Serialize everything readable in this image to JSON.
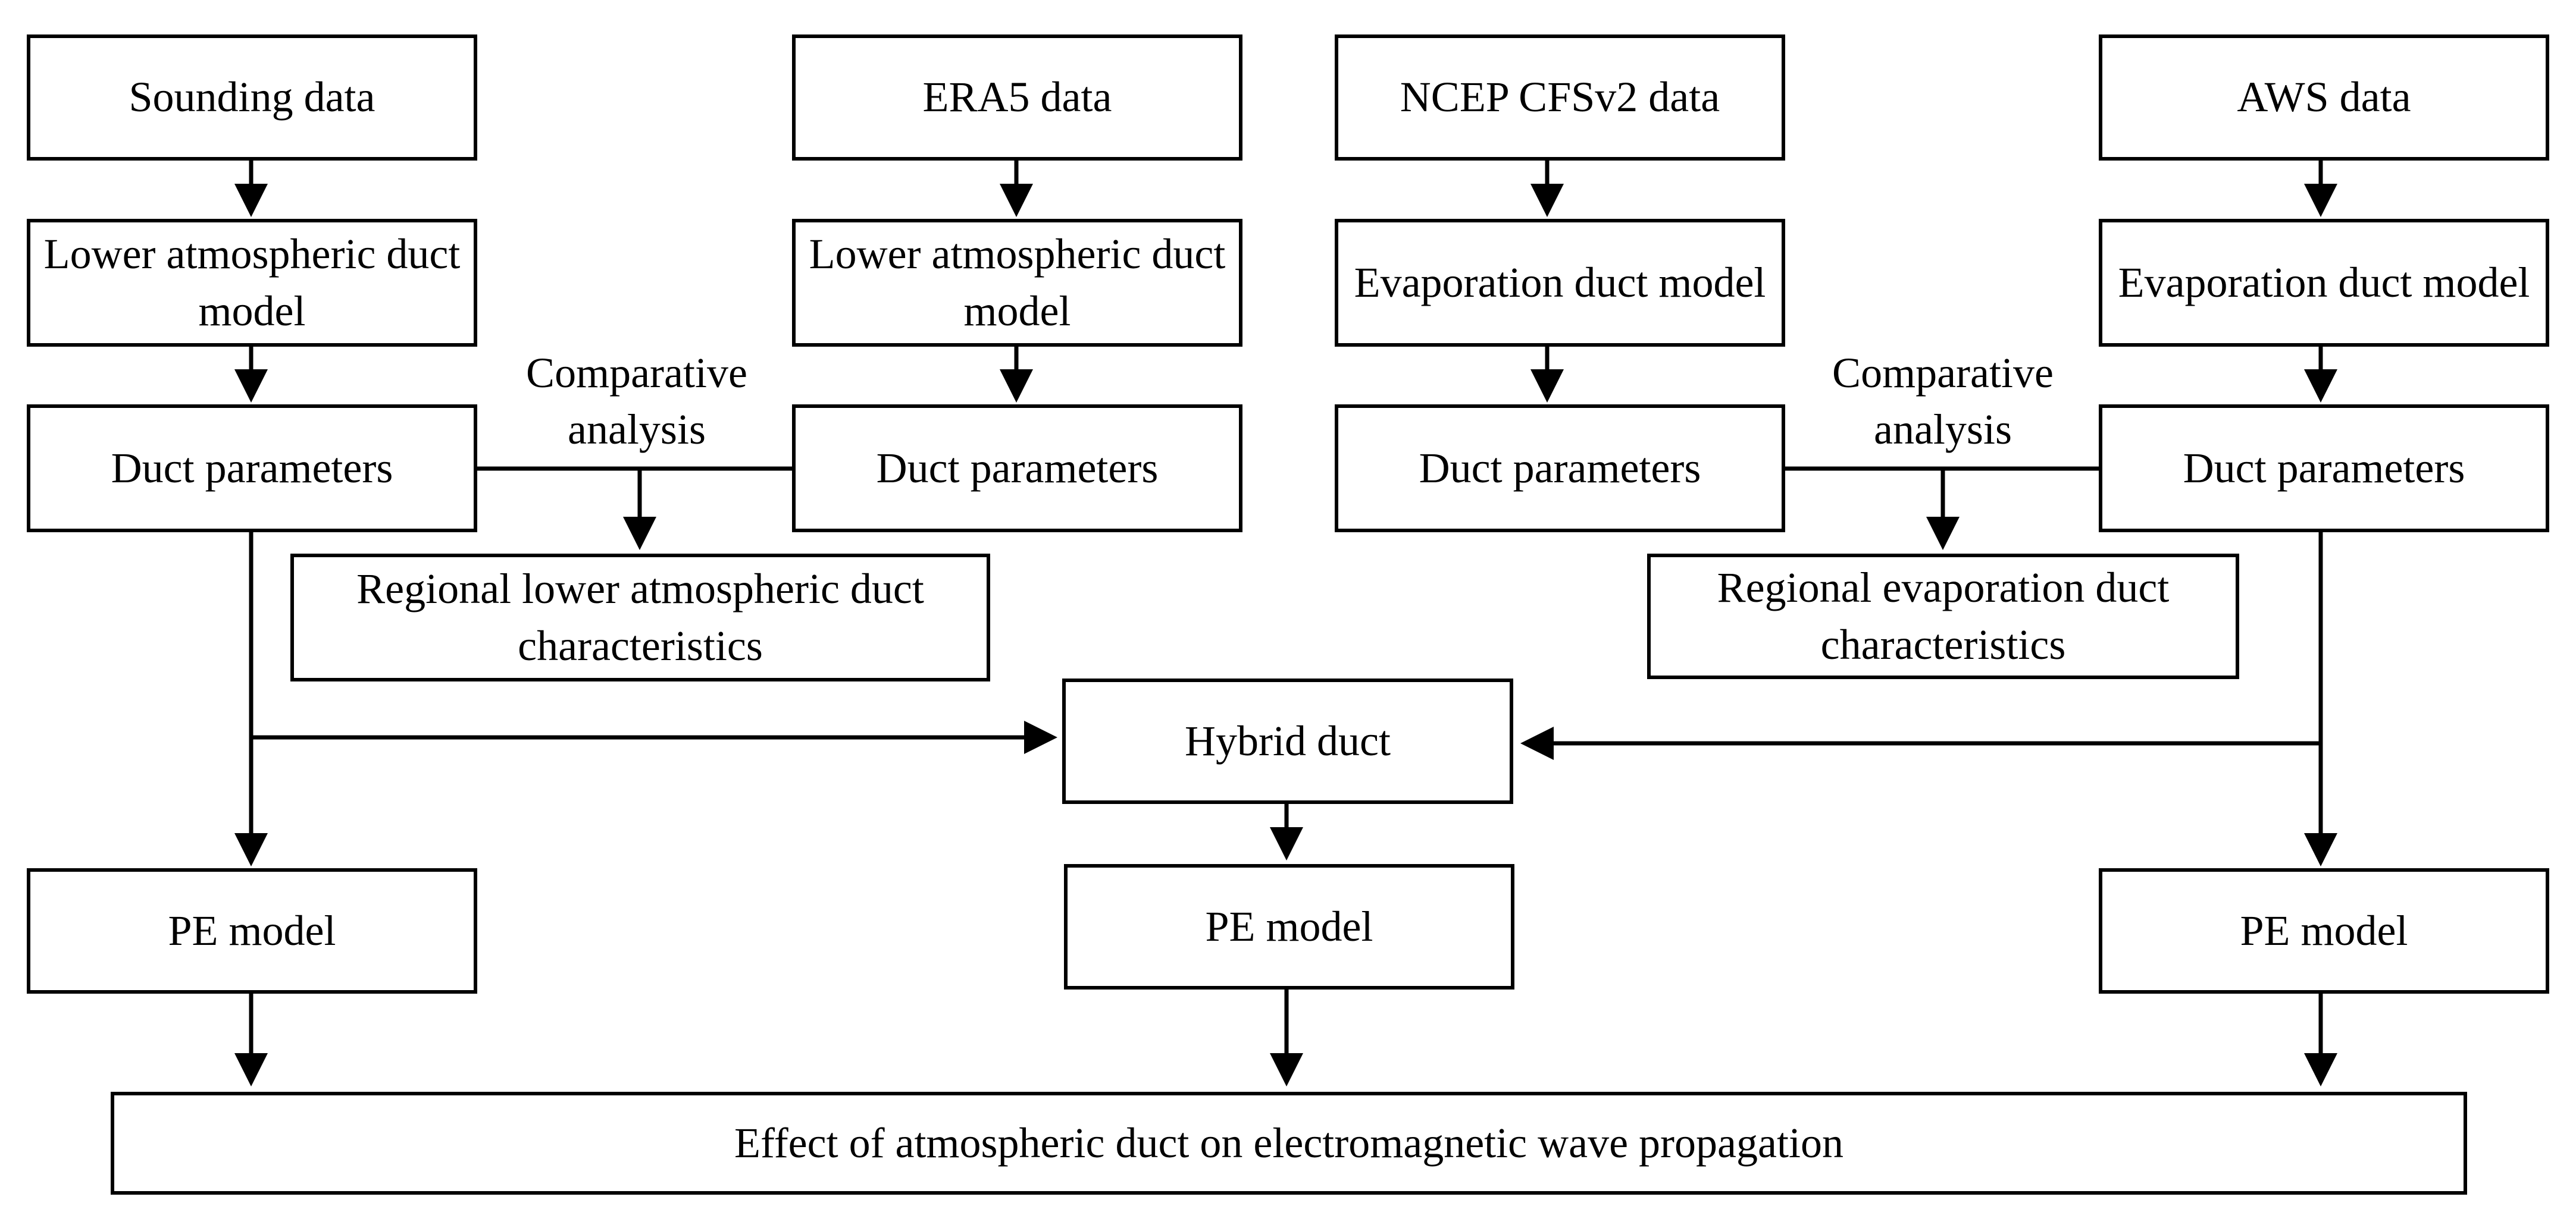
{
  "nodes": {
    "sounding_data": "Sounding data",
    "era5_data": "ERA5 data",
    "ncep_data": "NCEP CFSv2 data",
    "aws_data": "AWS data",
    "model_1": "Lower atmospheric duct model",
    "model_2": "Lower atmospheric duct model",
    "model_3": "Evaporation duct model",
    "model_4": "Evaporation duct model",
    "params_1": "Duct parameters",
    "params_2": "Duct parameters",
    "params_3": "Duct parameters",
    "params_4": "Duct parameters",
    "regional_lower": "Regional lower atmospheric duct characteristics",
    "regional_evap": "Regional evaporation duct characteristics",
    "hybrid_duct": "Hybrid duct",
    "pe_model_left": "PE model",
    "pe_model_center": "PE model",
    "pe_model_right": "PE model",
    "effect": "Effect of atmospheric duct on electromagnetic wave propagation"
  },
  "labels": {
    "comparative_left": "Comparative analysis",
    "comparative_right": "Comparative analysis"
  }
}
